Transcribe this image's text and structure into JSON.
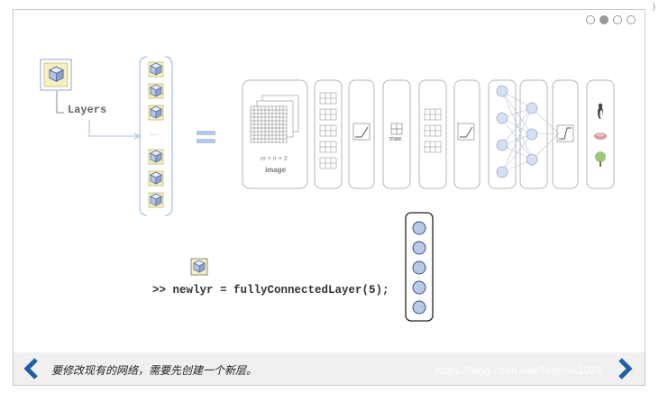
{
  "slide": {
    "indicator": {
      "total": 4,
      "active": 1
    },
    "layers_label": "Layers",
    "ellipsis": "…",
    "net": {
      "size_label": "m × n × 3",
      "image_label": "image",
      "max_label": "max"
    },
    "code": ">> newlyr = fullyConnectedLayer(5);",
    "caption": "要修改现有的网络，需要先创建一个新层。",
    "watermark": "https://blog.csdn.net/Tommis1024",
    "nav": {
      "prev": "chevron-left-icon",
      "next": "chevron-right-icon"
    }
  },
  "colors": {
    "accent_blue": "#1f5fa8",
    "layer_yellow": "#f6efbf",
    "node_fill": "#b9c9e8",
    "equals_blue": "#b6c6e6"
  }
}
